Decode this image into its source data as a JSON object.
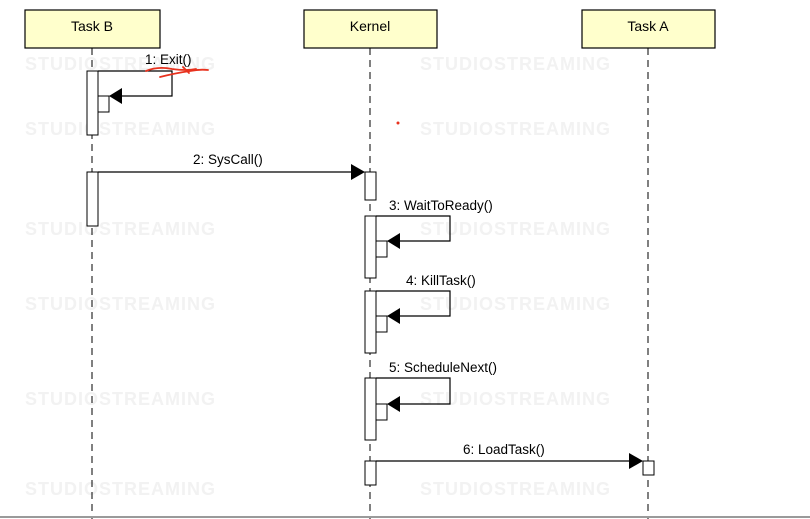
{
  "diagram": {
    "lifelines": [
      {
        "id": "task-b",
        "label": "Task B"
      },
      {
        "id": "kernel",
        "label": "Kernel"
      },
      {
        "id": "task-a",
        "label": "Task A"
      }
    ],
    "messages": [
      {
        "label": "1: Exit()",
        "from": "task-b",
        "to": "task-b",
        "self": true
      },
      {
        "label": "2: SysCall()",
        "from": "task-b",
        "to": "kernel",
        "self": false
      },
      {
        "label": "3: WaitToReady()",
        "from": "kernel",
        "to": "kernel",
        "self": true
      },
      {
        "label": "4: KillTask()",
        "from": "kernel",
        "to": "kernel",
        "self": true
      },
      {
        "label": "5: ScheduleNext()",
        "from": "kernel",
        "to": "kernel",
        "self": true
      },
      {
        "label": "6: LoadTask()",
        "from": "kernel",
        "to": "task-a",
        "self": false
      }
    ],
    "colors": {
      "lifeline_box_fill": "#ffffcc",
      "annotation_ink": "#e8321e"
    }
  }
}
